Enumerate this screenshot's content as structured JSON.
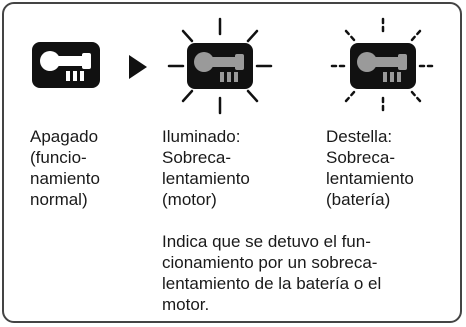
{
  "indicators": [
    {
      "state": "off",
      "icon": "battery-temperature-icon",
      "label": "Apagado\n(funcio-\nnamiento\nnormal)"
    },
    {
      "state": "lit",
      "icon": "battery-temperature-icon",
      "label": "Iluminado:\nSobreca-\nlentamiento\n(motor)"
    },
    {
      "state": "flashing",
      "icon": "battery-temperature-icon",
      "label": "Destella:\nSobreca-\nlentamiento\n(batería)"
    }
  ],
  "description": "Indica que se detuvo el fun-\ncionamiento por un sobreca-\nlentamiento de la batería o el\nmotor.",
  "colors": {
    "icon_body": "#111111",
    "key_off": "#ffffff",
    "key_lit": "#9a9a9a",
    "rays": "#111111",
    "border": "#444444"
  }
}
